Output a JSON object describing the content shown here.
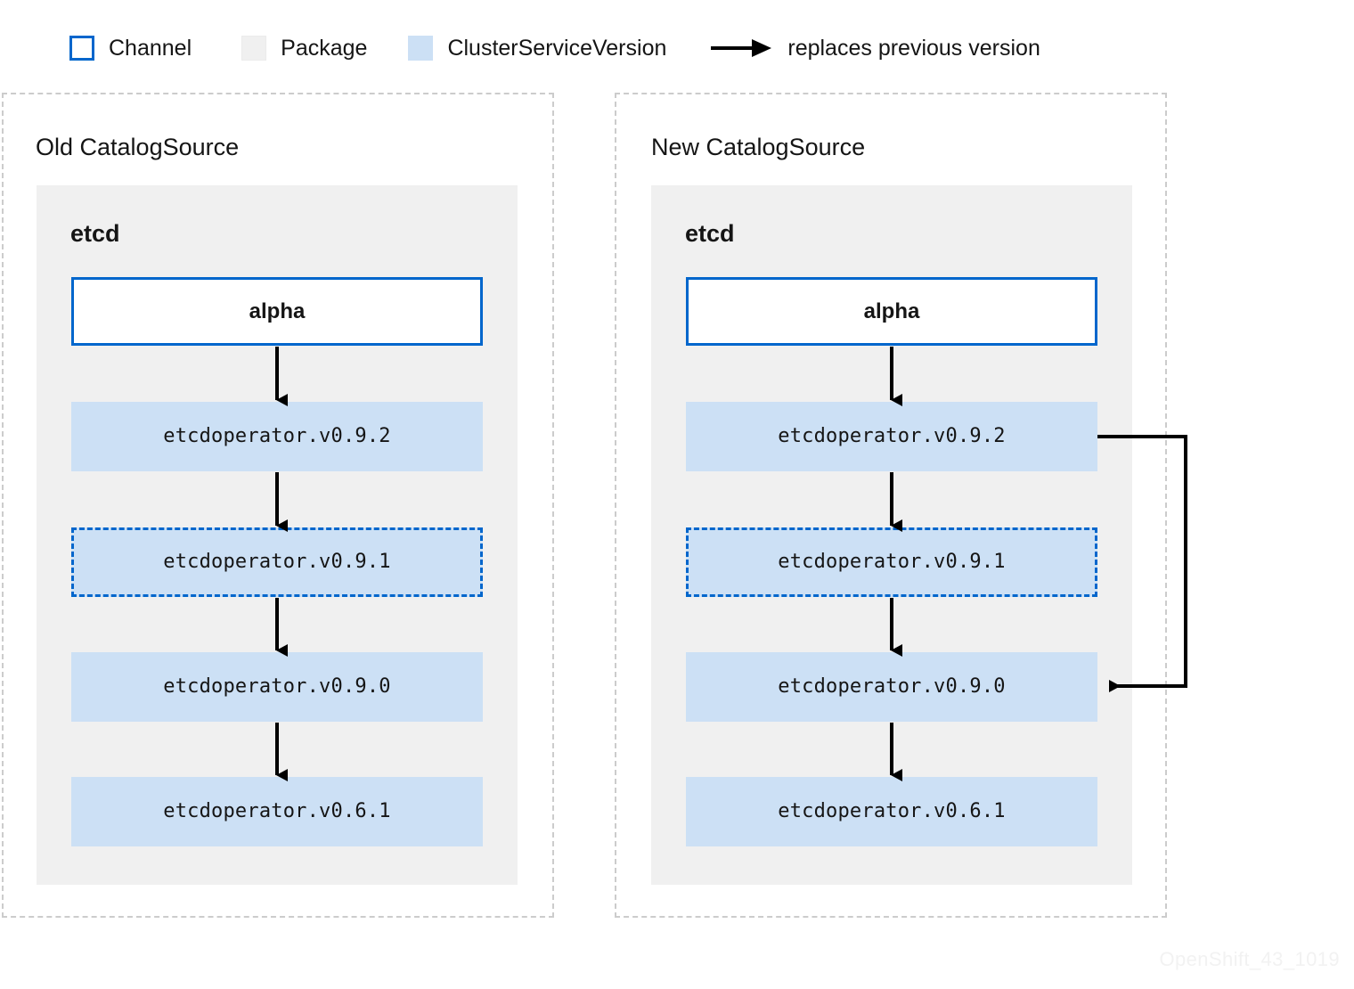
{
  "legend": {
    "items": [
      {
        "icon": "channel-swatch",
        "label": "Channel"
      },
      {
        "icon": "package-swatch",
        "label": "Package"
      },
      {
        "icon": "clusterserviceversion-swatch",
        "label": "ClusterServiceVersion"
      },
      {
        "icon": "right-arrow-glyph",
        "label": "replaces previous version"
      }
    ]
  },
  "colors": {
    "channel_border": "#0066CC",
    "package_fill": "#F0F0F0",
    "csv_fill": "#CCE0F5",
    "arrow": "#000000",
    "panel_border": "#CCCCCC",
    "text": "#151515",
    "watermark": "#F2F2F2"
  },
  "panels": [
    {
      "id": "old",
      "title": "Old CatalogSource",
      "package": {
        "name": "etcd"
      },
      "channel": {
        "name": "alpha"
      },
      "csvs": [
        {
          "name": "etcdoperator.v0.9.2",
          "current": false
        },
        {
          "name": "etcdoperator.v0.9.1",
          "current": true
        },
        {
          "name": "etcdoperator.v0.9.0",
          "current": false
        },
        {
          "name": "etcdoperator.v0.6.1",
          "current": false
        }
      ]
    },
    {
      "id": "new",
      "title": "New CatalogSource",
      "package": {
        "name": "etcd"
      },
      "channel": {
        "name": "alpha"
      },
      "csvs": [
        {
          "name": "etcdoperator.v0.9.2",
          "current": false
        },
        {
          "name": "etcdoperator.v0.9.1",
          "current": true
        },
        {
          "name": "etcdoperator.v0.9.0",
          "current": false
        },
        {
          "name": "etcdoperator.v0.6.1",
          "current": false
        }
      ]
    }
  ],
  "watermark": "OpenShift_43_1019"
}
